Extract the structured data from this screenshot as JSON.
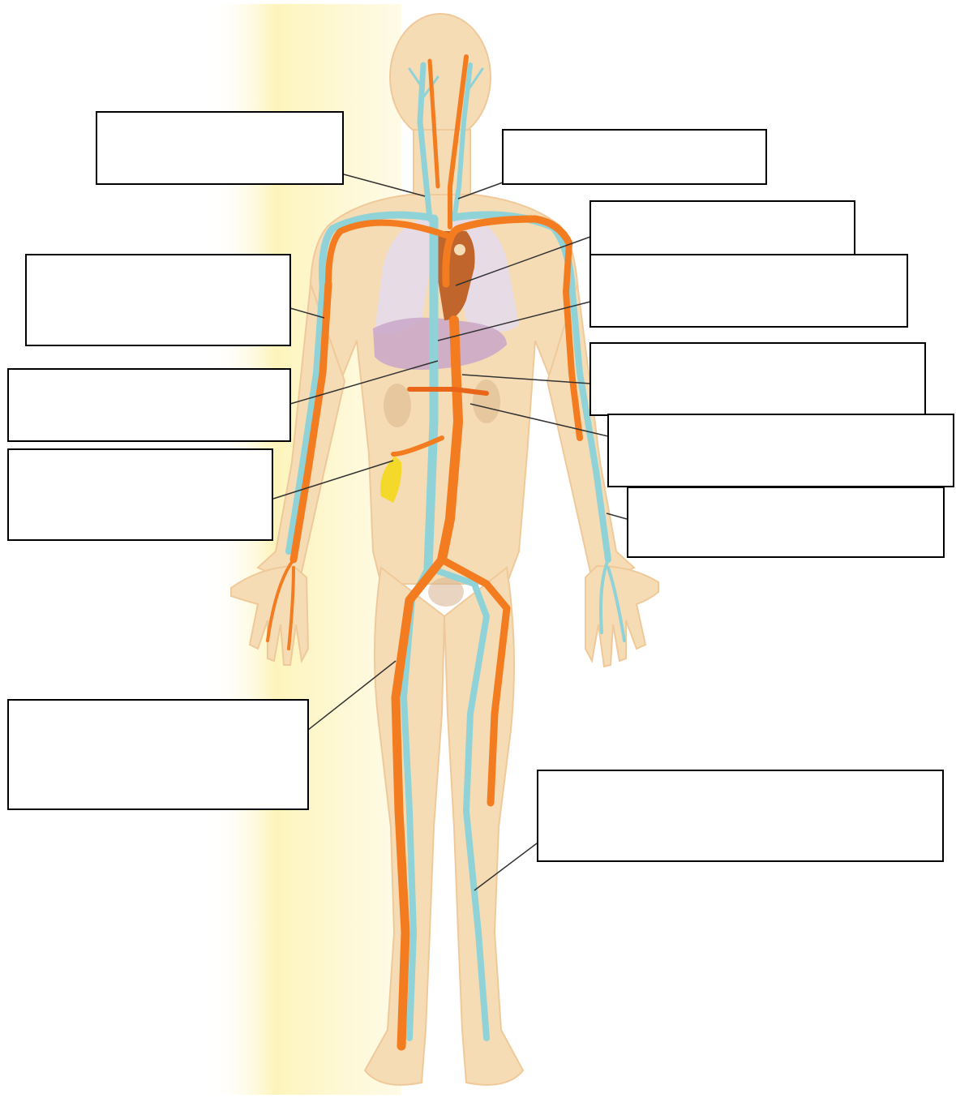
{
  "diagram": {
    "subject": "human-circulatory-system",
    "colors": {
      "artery": "#f47c20",
      "artery_dark": "#e8651a",
      "vein": "#8fd3d8",
      "skin": "#f6dcb4",
      "skin_shadow": "#efc99a",
      "backdrop_yellow": "#fdf3b4",
      "lung": "#e4dcef",
      "liver": "#c9a7c9",
      "heart": "#c0652c",
      "kidney": "#e6c49a",
      "gallbladder": "#f4d82a",
      "leader_line": "#333333",
      "box_border": "#000000"
    },
    "labels": [
      {
        "id": "label-1",
        "text": ""
      },
      {
        "id": "label-2",
        "text": ""
      },
      {
        "id": "label-3",
        "text": ""
      },
      {
        "id": "label-4",
        "text": ""
      },
      {
        "id": "label-5",
        "text": ""
      },
      {
        "id": "label-6",
        "text": ""
      },
      {
        "id": "label-7",
        "text": ""
      },
      {
        "id": "label-8",
        "text": ""
      },
      {
        "id": "label-9",
        "text": ""
      },
      {
        "id": "label-10",
        "text": ""
      },
      {
        "id": "label-11",
        "text": ""
      },
      {
        "id": "label-12",
        "text": ""
      },
      {
        "id": "label-13",
        "text": ""
      }
    ]
  }
}
